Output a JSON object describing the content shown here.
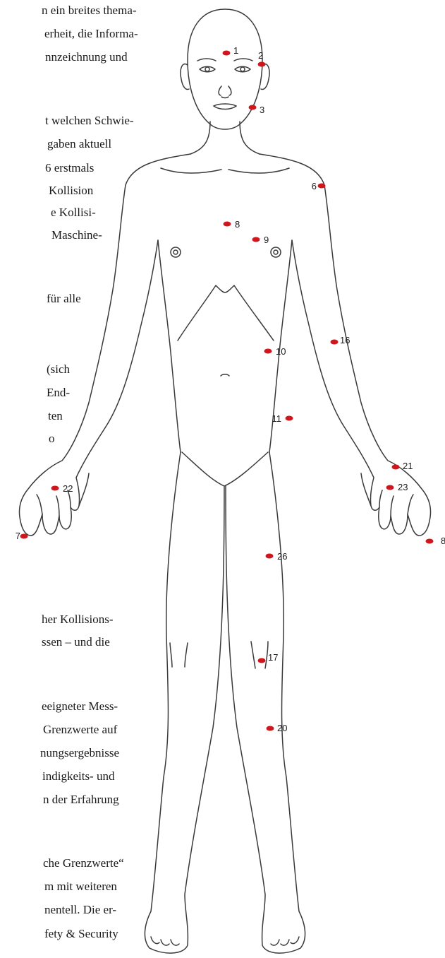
{
  "colors": {
    "background": "#ffffff",
    "text": "#1a1a1a",
    "outline": "#3a3a3a",
    "marker": "#d0161d"
  },
  "article_fragments": [
    "n ein breites thema-",
    "erheit, die Informa-",
    "nnzeichnung und",
    "t welchen Schwie-",
    "gaben aktuell",
    "6 erstmals",
    "Kollision",
    "e Kollisi-",
    "Maschine-",
    "für alle",
    "(sich",
    "End-",
    "ten",
    "o",
    "her Kollisions-",
    "ssen – und die",
    "eeigneter Mess-",
    "Grenzwerte auf",
    "nungsergebnisse",
    "indigkeits- und",
    "n der Erfahrung",
    "che Grenzwerte“",
    "m mit weiteren",
    "nentell. Die er-",
    "fety & Security"
  ],
  "body_diagram": {
    "icon": "human-body-front-outline",
    "points": [
      {
        "label": "1"
      },
      {
        "label": "2"
      },
      {
        "label": "3"
      },
      {
        "label": "6"
      },
      {
        "label": "8"
      },
      {
        "label": "9"
      },
      {
        "label": "16"
      },
      {
        "label": "10"
      },
      {
        "label": "11"
      },
      {
        "label": "22"
      },
      {
        "label": "21"
      },
      {
        "label": "23"
      },
      {
        "label": "7"
      },
      {
        "label": "8"
      },
      {
        "label": "26"
      },
      {
        "label": "17"
      },
      {
        "label": "20"
      }
    ]
  }
}
